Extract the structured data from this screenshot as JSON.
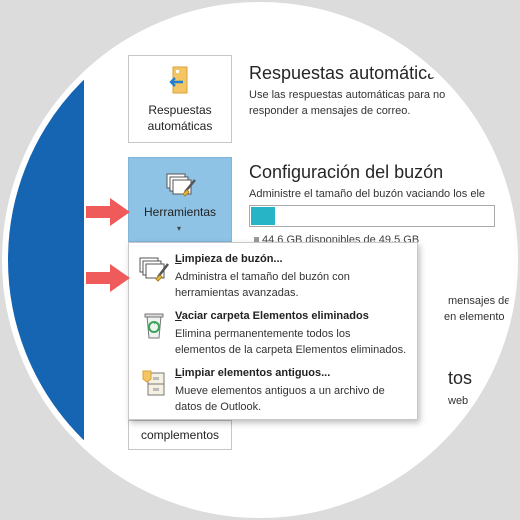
{
  "auto_replies": {
    "button_label_line1": "Respuestas",
    "button_label_line2": "automáticas",
    "title": "Respuestas automática",
    "desc_line1": "Use las respuestas automáticas para no",
    "desc_line2": "responder a mensajes de correo."
  },
  "tools": {
    "button_label": "Herramientas",
    "caret": "▾"
  },
  "mailbox": {
    "title": "Configuración del buzón",
    "desc": "Administre el tamaño del buzón vaciando los ele",
    "quota_text": "44,6 GB disponibles de 49,5 GB",
    "used_fraction": 0.1
  },
  "background_fragments": {
    "right1": "mensajes de",
    "right2": "en elemento",
    "right3": "tos",
    "right4": "web"
  },
  "addins": {
    "button_label": "complementos"
  },
  "menu": {
    "items": [
      {
        "title_accel": "L",
        "title_rest": "impieza de buzón...",
        "desc_line1": "Administra el tamaño del buzón con",
        "desc_line2": "herramientas avanzadas.",
        "icon": "mailbox-cleanup-icon"
      },
      {
        "title_accel": "V",
        "title_rest": "aciar carpeta Elementos eliminados",
        "desc_line1": "Elimina permanentemente todos los",
        "desc_line2": "elementos de la carpeta Elementos eliminados.",
        "icon": "recycle-bin-icon"
      },
      {
        "title_accel": "L",
        "title_rest": "impiar elementos antiguos...",
        "desc_line1": "Mueve elementos antiguos a un archivo de",
        "desc_line2": "datos de Outlook.",
        "icon": "archive-cabinet-icon"
      }
    ]
  },
  "colors": {
    "sidebar": "#1565b3",
    "tools_tile": "#8ec3e6",
    "quota_fill": "#27b4c6",
    "arrow": "#ef5a5a"
  }
}
